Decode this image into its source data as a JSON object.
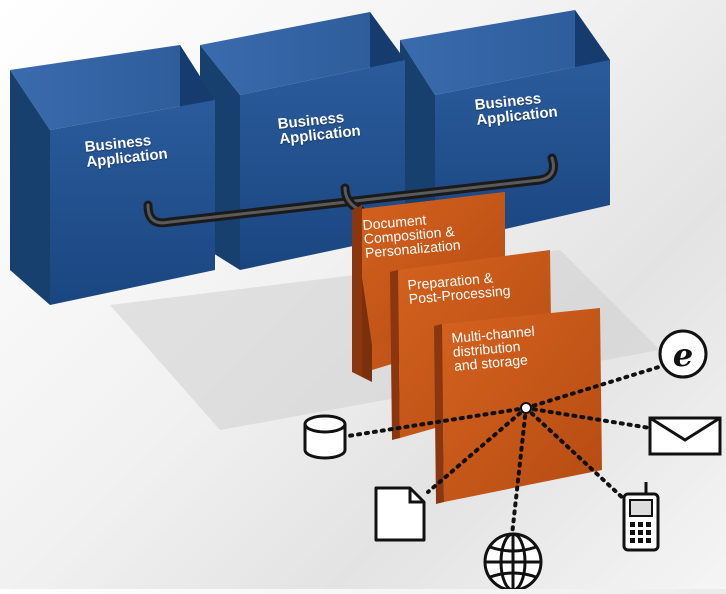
{
  "colors": {
    "cube_front": "#1f4f8c",
    "cube_top": "#3564a5",
    "cube_side": "#163b6e",
    "panel_orange": "#c8581a",
    "panel_edge": "#8a3710",
    "connector": "#2d2d2d"
  },
  "business_applications": [
    {
      "label": "Business\nApplication"
    },
    {
      "label": "Business\nApplication"
    },
    {
      "label": "Business\nApplication"
    }
  ],
  "process_panels": [
    {
      "label": "Document\nComposition &\nPersonalization"
    },
    {
      "label": "Preparation &\nPost-Processing"
    },
    {
      "label": "Multi-channel\ndistribution\nand storage"
    }
  ],
  "output_channels": [
    {
      "icon": "internet-explorer-icon",
      "text": "e"
    },
    {
      "icon": "envelope-icon"
    },
    {
      "icon": "mobile-phone-icon"
    },
    {
      "icon": "globe-icon"
    },
    {
      "icon": "document-icon"
    },
    {
      "icon": "database-icon"
    }
  ]
}
